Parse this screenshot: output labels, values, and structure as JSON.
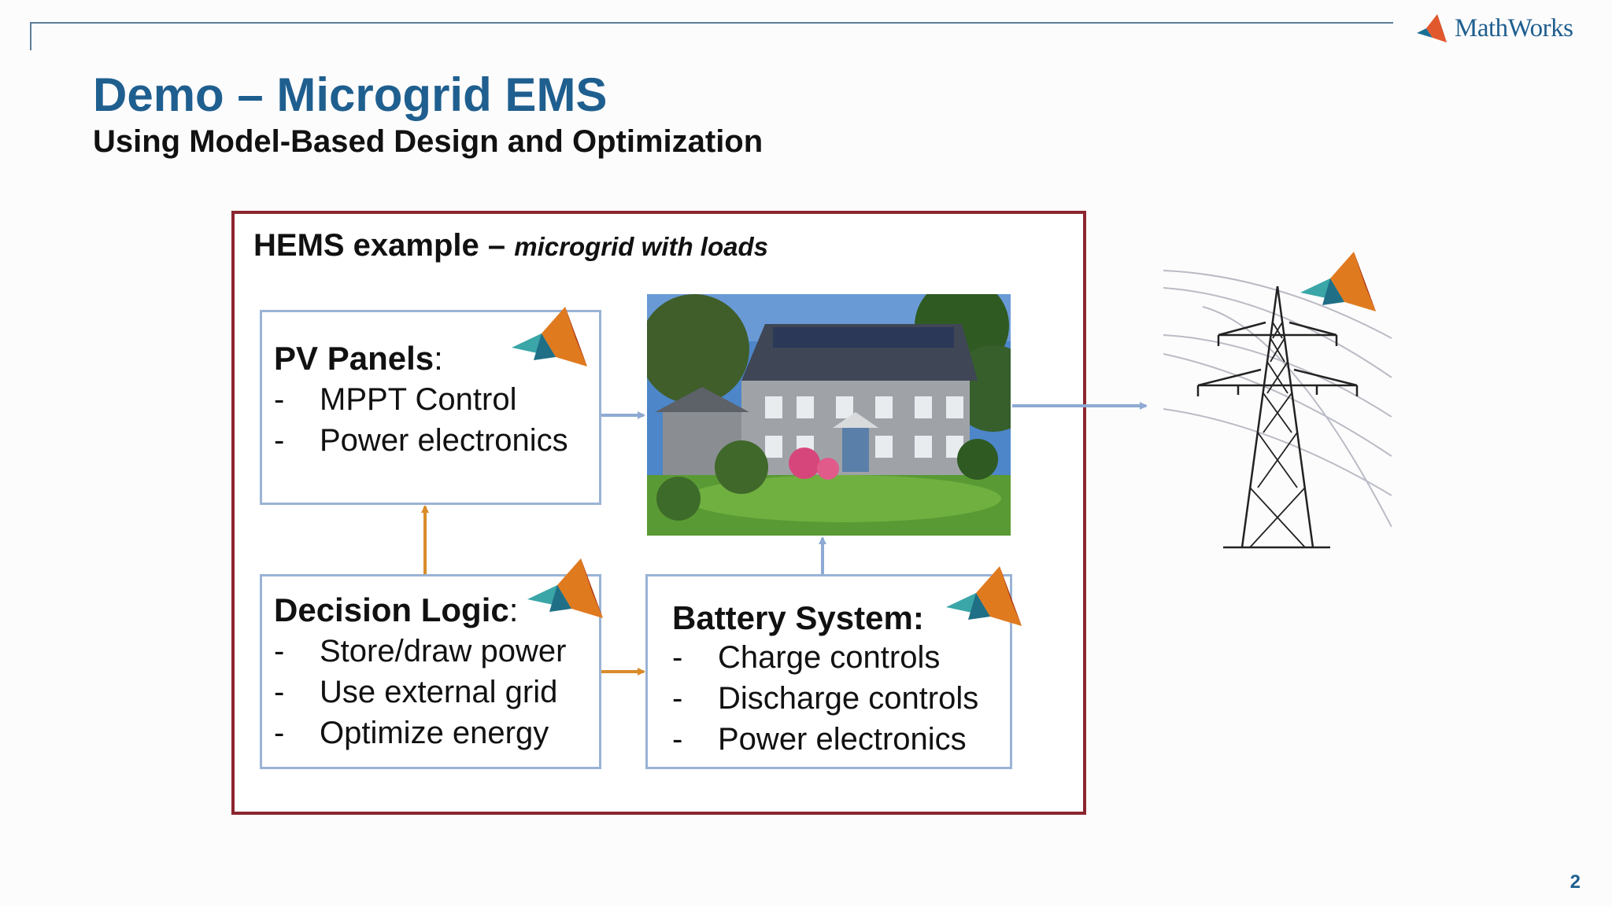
{
  "header": {
    "brand": "MathWorks",
    "title": "Demo – Microgrid EMS",
    "subtitle": "Using Model-Based Design and Optimization"
  },
  "frame": {
    "title": "HEMS example –",
    "title_italic": "microgrid with loads"
  },
  "pv_box": {
    "heading": "PV Panels",
    "heading_suffix": ":",
    "items": [
      "MPPT Control",
      "Power electronics"
    ]
  },
  "decision_box": {
    "heading": "Decision Logic",
    "heading_suffix": ":",
    "items": [
      "Store/draw power",
      "Use external grid",
      "Optimize energy"
    ]
  },
  "battery_box": {
    "heading": "Battery System:",
    "items": [
      "Charge controls",
      "Discharge controls",
      "Power electronics"
    ]
  },
  "bullet": "-",
  "footer": {
    "page_number": "2"
  },
  "colors": {
    "title_blue": "#1f5f8f",
    "frame_red": "#8b2630",
    "box_border": "#9ab3d6",
    "arrow_blue": "#8eaad3",
    "arrow_orange": "#d98b2b"
  },
  "icons": [
    "matlab-membrane-icon",
    "house-photo",
    "transmission-tower-icon"
  ]
}
